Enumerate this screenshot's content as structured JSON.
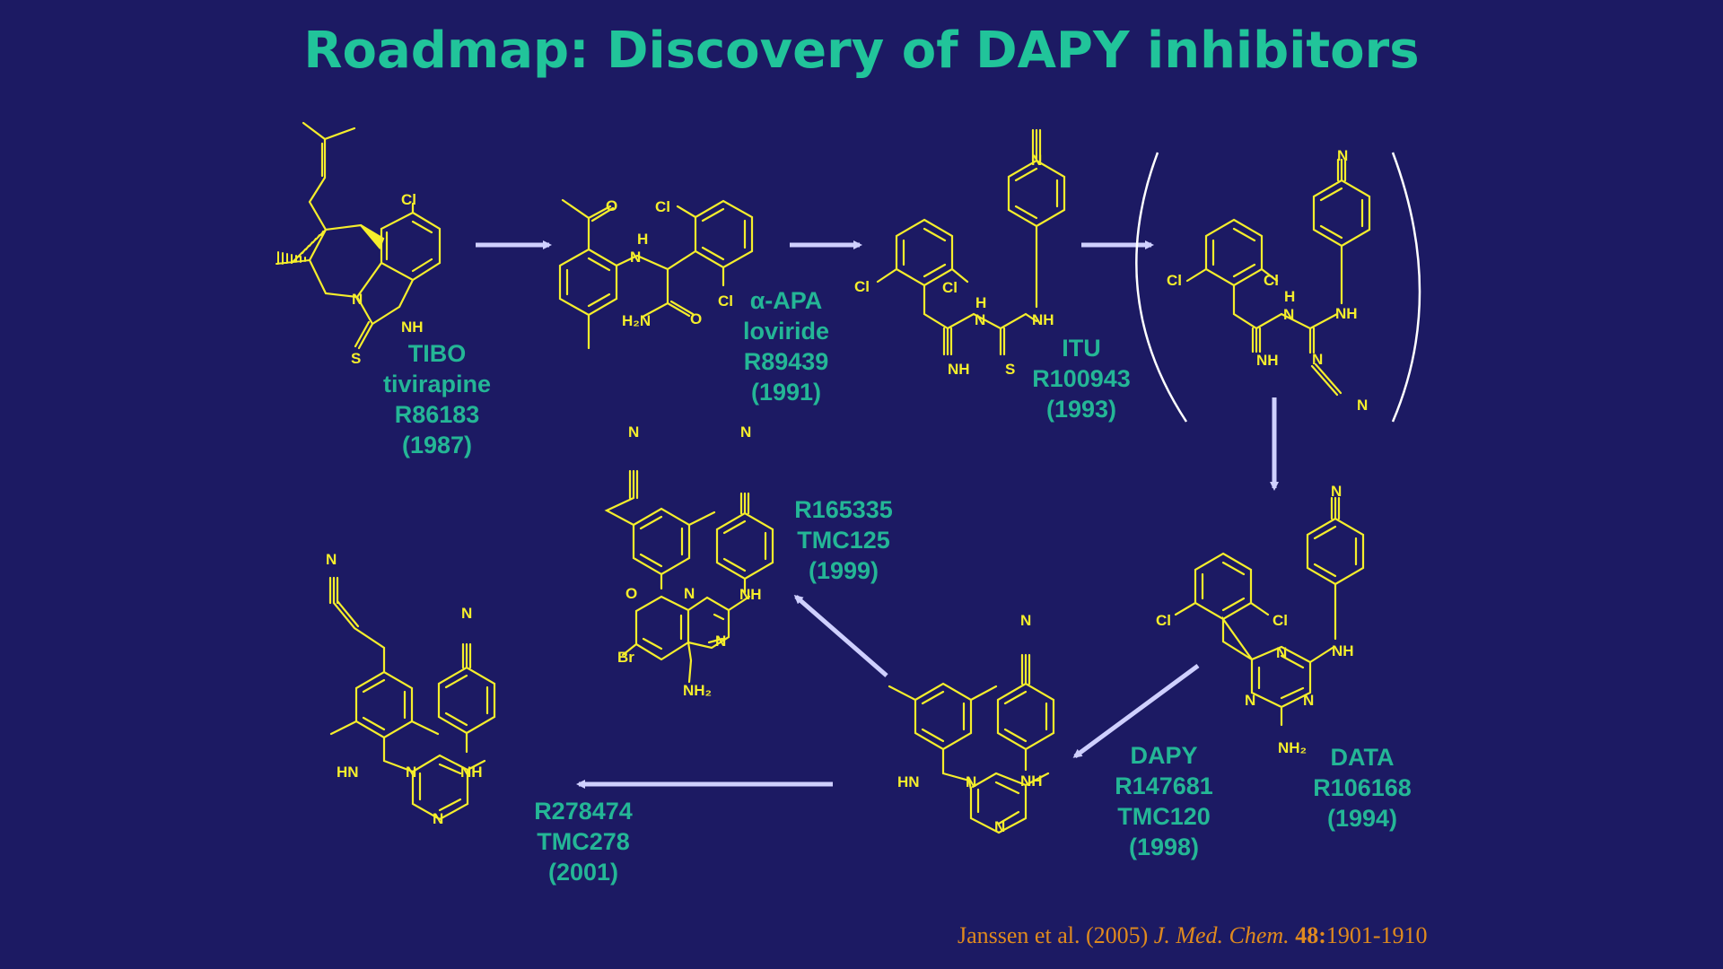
{
  "title": "Roadmap: Discovery of DAPY inhibitors",
  "colors": {
    "background": "#1c1a63",
    "title": "#21c49a",
    "labels": "#24b696",
    "structures": "#f5ee2c",
    "arrows": "#cfd0ff",
    "citation": "#e08a1e"
  },
  "compounds": [
    {
      "key": "tibo",
      "lines": [
        "TIBO",
        "tivirapine",
        "R86183",
        "(1987)"
      ]
    },
    {
      "key": "apa",
      "lines": [
        "α-APA",
        "loviride",
        "R89439",
        "(1991)"
      ]
    },
    {
      "key": "itu",
      "lines": [
        "ITU",
        "R100943",
        "(1993)"
      ]
    },
    {
      "key": "data",
      "lines": [
        "DATA",
        "R106168",
        "(1994)"
      ]
    },
    {
      "key": "dapy",
      "lines": [
        "DAPY",
        "R147681",
        "TMC120",
        "(1998)"
      ]
    },
    {
      "key": "tmc125",
      "lines": [
        "R165335",
        "TMC125",
        "(1999)"
      ]
    },
    {
      "key": "tmc278",
      "lines": [
        "R278474",
        "TMC278",
        "(2001)"
      ]
    }
  ],
  "atoms": {
    "cl": "Cl",
    "n": "N",
    "nh": "NH",
    "h": "H",
    "s": "S",
    "o": "O",
    "h2n": "H₂N",
    "nh2": "NH₂",
    "hn": "HN",
    "br": "Br"
  },
  "citation": {
    "authors": "Janssen et al. (2005) ",
    "journal": "J. Med. Chem.",
    "dot": " ",
    "volume": "48:",
    "pages": "1901-1910"
  }
}
